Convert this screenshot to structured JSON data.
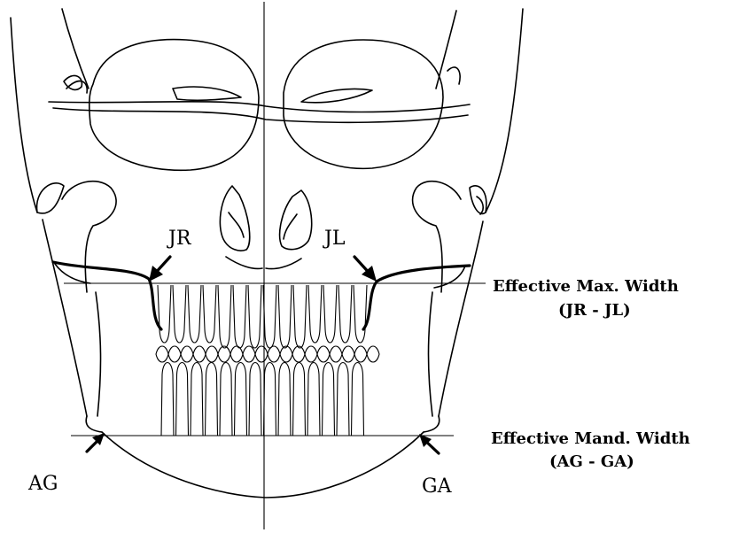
{
  "labels": {
    "jr": "JR",
    "jl": "JL",
    "ag": "AG",
    "ga": "GA",
    "max_width_title": "Effective Max. Width",
    "max_width_sub": "(JR - JL)",
    "mand_width_title": "Effective Mand. Width",
    "mand_width_sub": "(AG - GA)"
  },
  "colors": {
    "ink": "#000000",
    "background": "#ffffff"
  }
}
